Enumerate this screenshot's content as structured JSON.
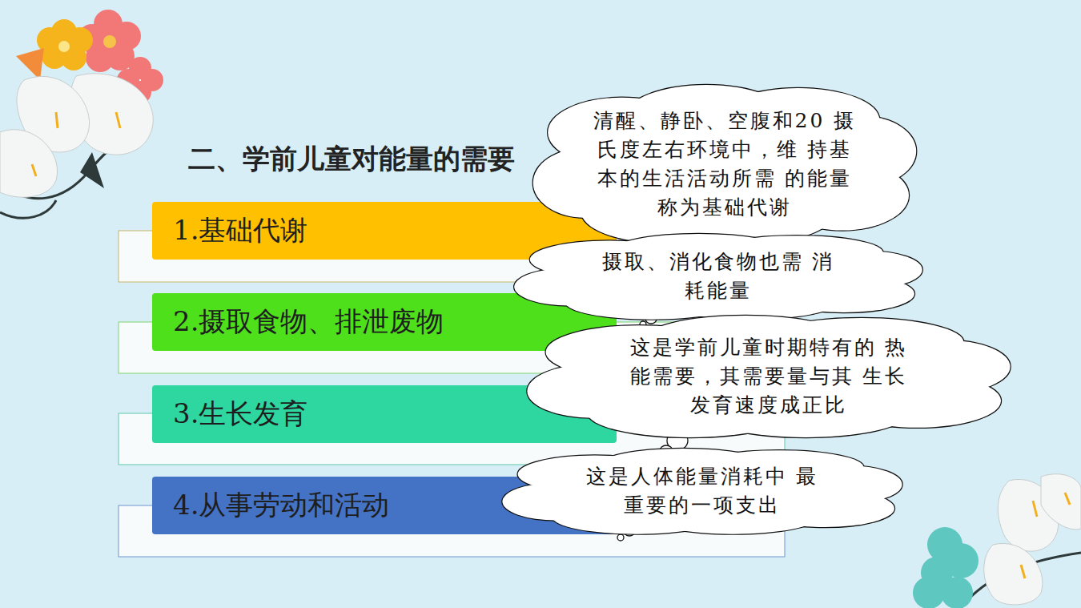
{
  "diagram": {
    "title": "二、学前儿童对能量的需要",
    "nodes": [
      {
        "text": [
          "清醒、静卧、空腹和20 摄氏度左右环境中，维 持基本的生活活动所需 的能量称为基础代谢"
        ]
      },
      {
        "text": [
          "1.基础代谢"
        ]
      },
      {
        "text": [
          "摄取、消化食物也需 消耗能量"
        ]
      },
      {
        "text": [
          "2.摄取食物、排泄废物"
        ]
      },
      {
        "text": [
          "这是学前儿童时期特有的 热能需要，其需要量与其 生长发育速度成正比"
        ]
      },
      {
        "text": [
          "3.生长发育"
        ]
      },
      {
        "text": [
          "这是人体能量消耗中 最重要的一项支出"
        ]
      },
      {
        "text": [
          "4.从事劳动和活动"
        ]
      }
    ]
  }
}
